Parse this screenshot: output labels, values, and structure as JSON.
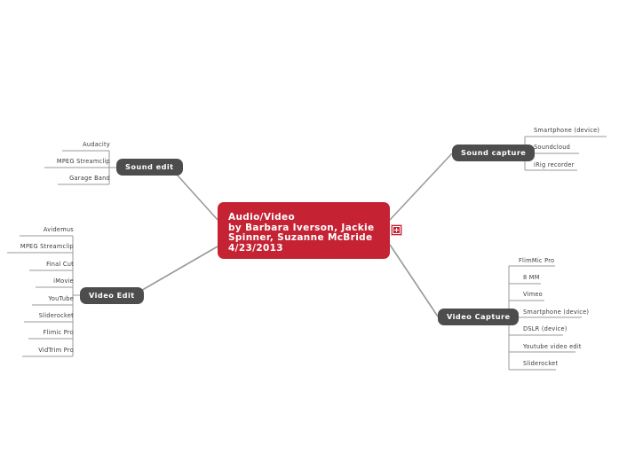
{
  "diagram": {
    "type": "mind-map",
    "colors": {
      "root_fill": "#C52233",
      "root_text": "#ffffff",
      "branch_fill": "#4D4D4D",
      "branch_text": "#ffffff",
      "leaf_text": "#3b3b3b",
      "connector": "#9a9a9a",
      "background": "#ffffff"
    },
    "root": {
      "lines": [
        "Audio/Video",
        "by Barbara Iverson, Jackie",
        "Spinner, Suzanne McBride",
        "4/23/2013"
      ],
      "badge_icon": "note-attachment-icon"
    },
    "branches": [
      {
        "id": "sound-edit",
        "label": "Sound edit",
        "side": "left",
        "leaves": [
          "Audacity",
          "MPEG Streamclip",
          "Garage Band"
        ]
      },
      {
        "id": "video-edit",
        "label": "Video Edit",
        "side": "left",
        "leaves": [
          "Avidemus",
          "MPEG Streamclip",
          "Final Cut",
          "iMovie",
          "YouTube",
          "Sliderocket",
          "Flimic Pro",
          "VidTrim Pro"
        ]
      },
      {
        "id": "sound-capture",
        "label": "Sound capture",
        "side": "right",
        "leaves": [
          "Smartphone (device)",
          "Soundcloud",
          "iRig recorder"
        ]
      },
      {
        "id": "video-capture",
        "label": "Video Capture",
        "side": "right",
        "leaves": [
          "FlimMic Pro",
          "8 MM",
          "Vimeo",
          "Smartphone (device)",
          "DSLR (device)",
          "Youtube video edit",
          "Sliderocket"
        ]
      }
    ]
  }
}
